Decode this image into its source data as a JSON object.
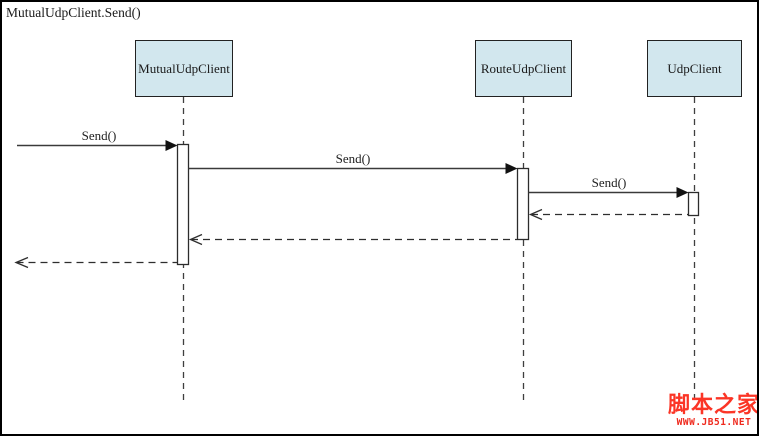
{
  "diagram": {
    "title": "MutualUdpClient.Send()",
    "type": "uml-sequence-diagram",
    "actors": [
      {
        "name": "MutualUdpClient"
      },
      {
        "name": "RouteUdpClient"
      },
      {
        "name": "UdpClient"
      }
    ],
    "messages": [
      {
        "label": "Send()",
        "type": "call",
        "from": "external",
        "to": "MutualUdpClient"
      },
      {
        "label": "Send()",
        "type": "call",
        "from": "MutualUdpClient",
        "to": "RouteUdpClient"
      },
      {
        "label": "Send()",
        "type": "call",
        "from": "RouteUdpClient",
        "to": "UdpClient"
      },
      {
        "label": "",
        "type": "return",
        "from": "UdpClient",
        "to": "RouteUdpClient"
      },
      {
        "label": "",
        "type": "return",
        "from": "RouteUdpClient",
        "to": "MutualUdpClient"
      },
      {
        "label": "",
        "type": "return",
        "from": "MutualUdpClient",
        "to": "external"
      }
    ]
  },
  "watermark": {
    "site_name": "脚本之家",
    "site_url": "WWW.JB51.NET"
  },
  "colors": {
    "background": "#ffffff",
    "frame_border": "#000000",
    "actor_fill": "#d2e7ee",
    "actor_border": "#222222",
    "line": "#3a3a3a",
    "watermark_red": "#fb3526"
  }
}
